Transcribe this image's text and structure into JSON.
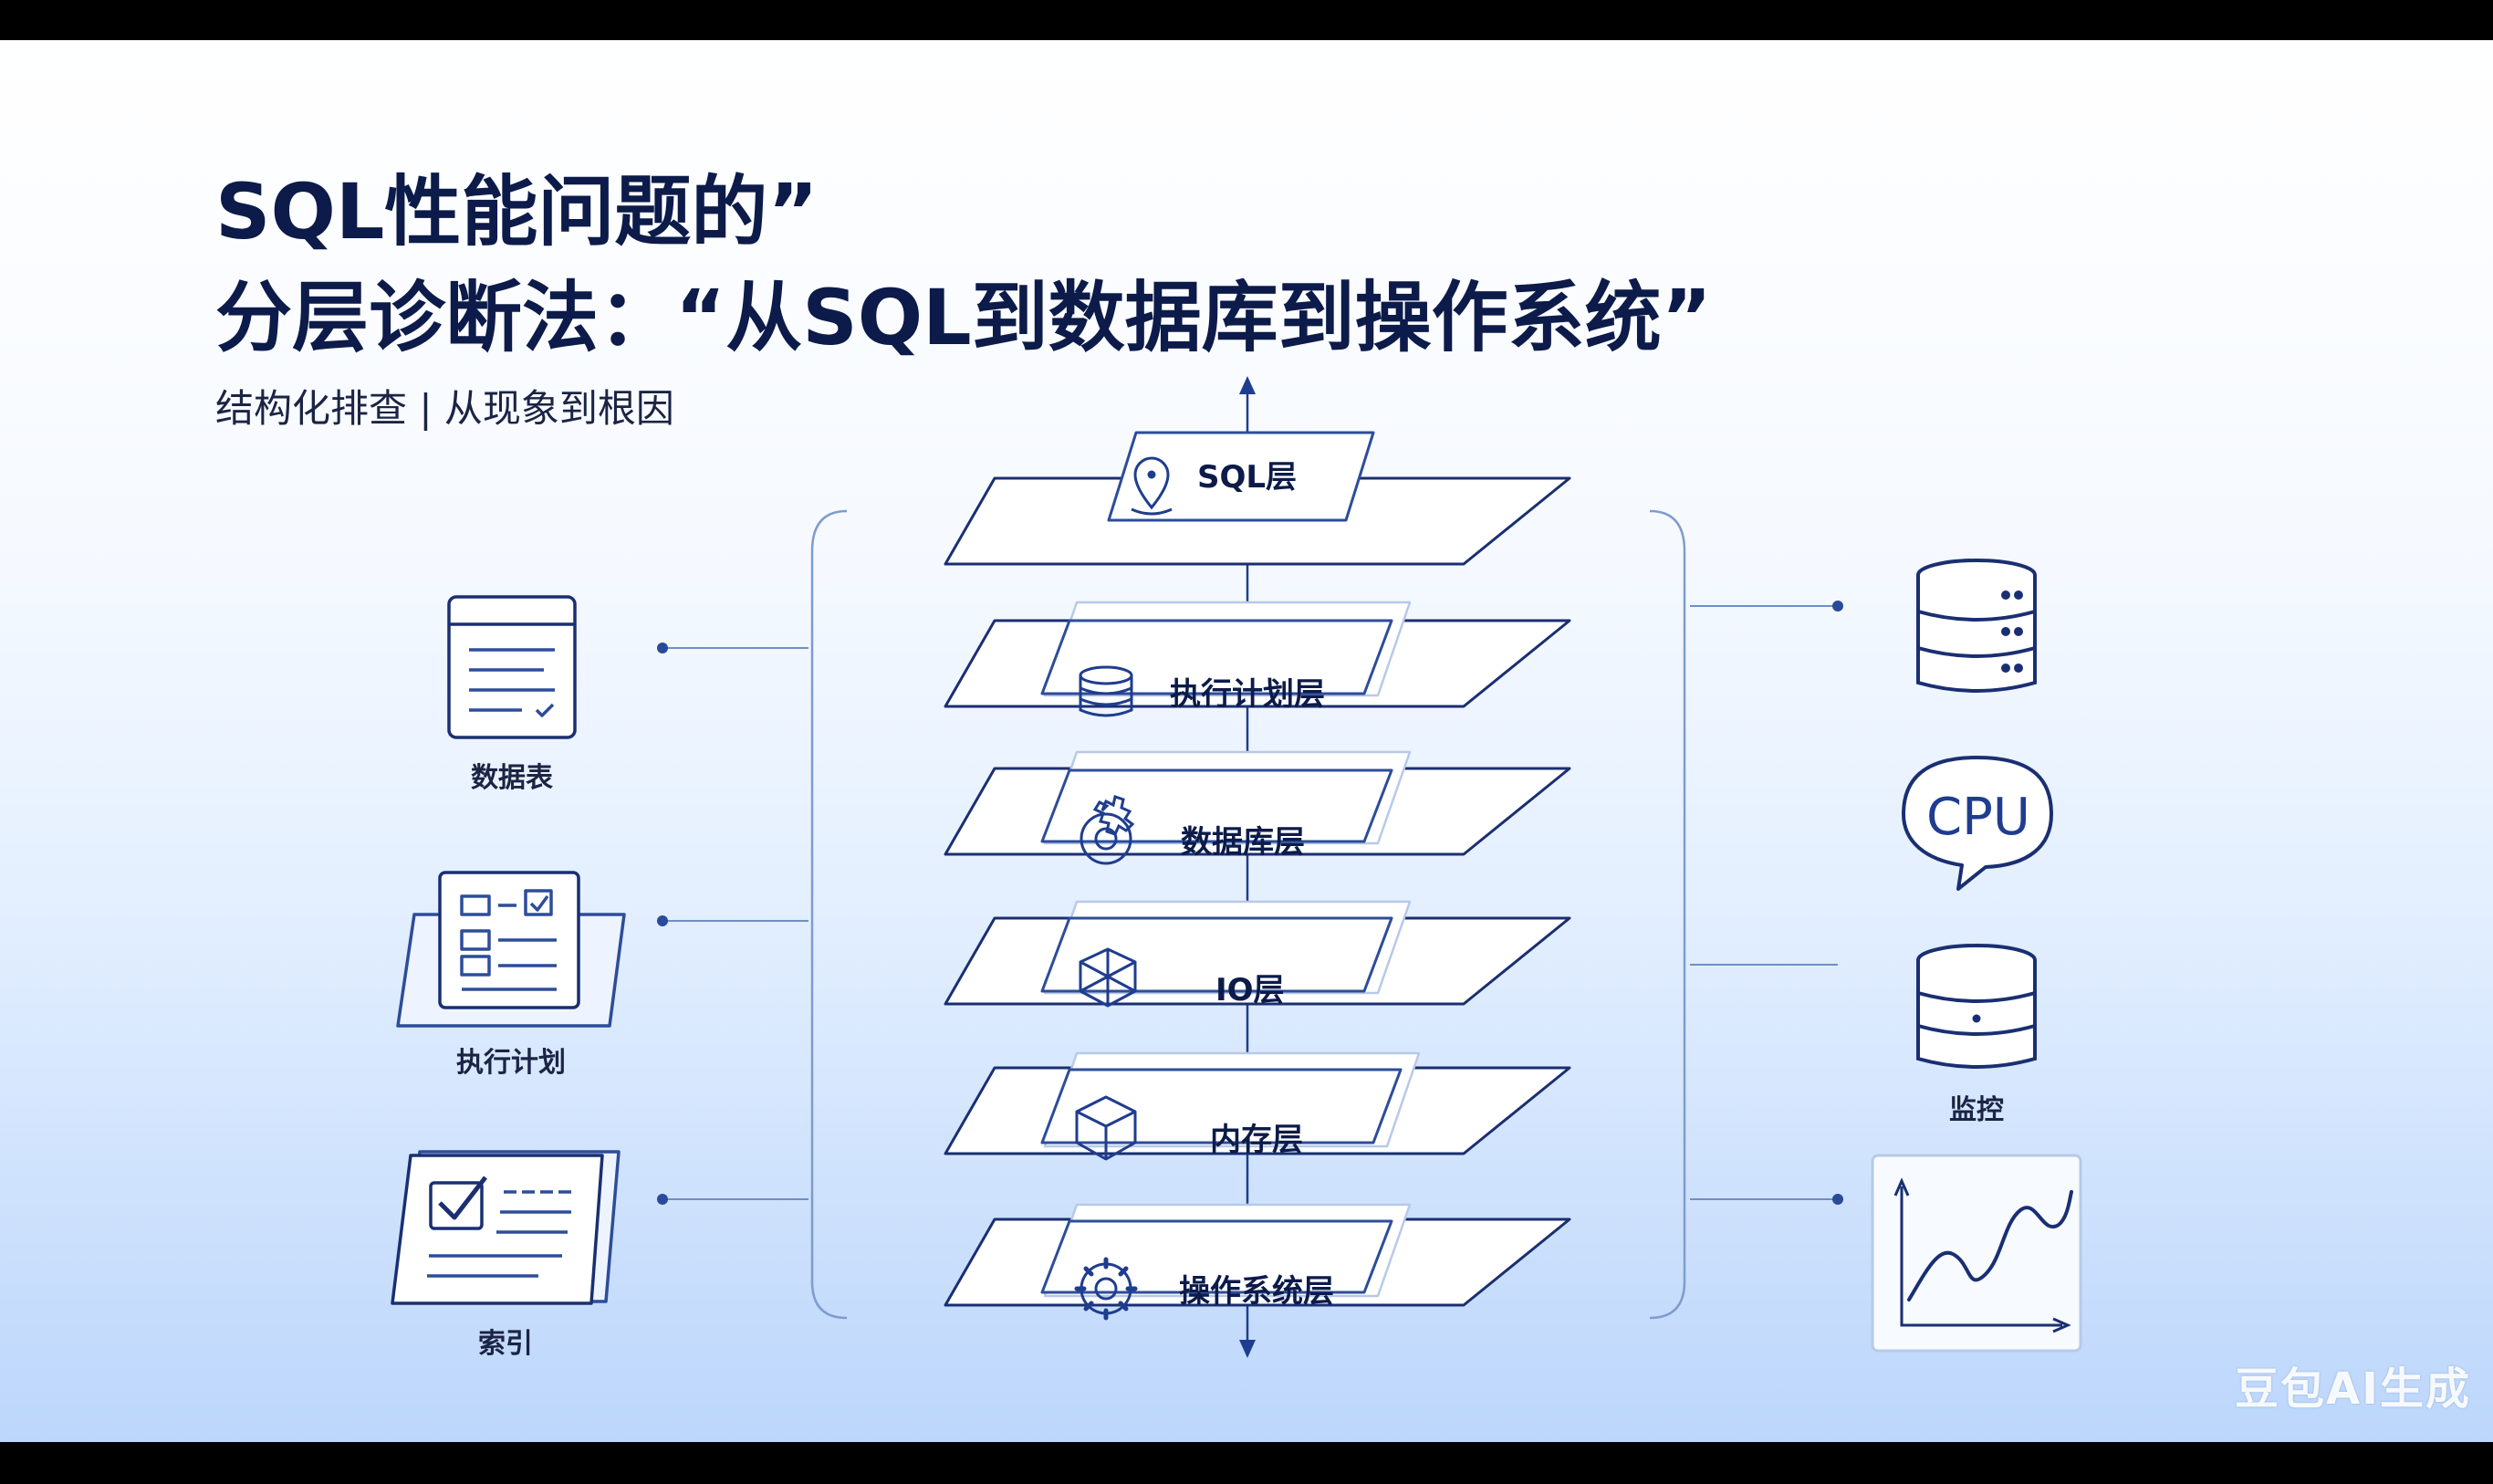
{
  "title": {
    "line1": "SQL性能问题的”",
    "line2": "分层诊断法：“从SQL到数据库到操作系统”"
  },
  "subtitle": "结构化排查 | 从现象到根因",
  "layers": [
    {
      "label": "SQL层",
      "icon": "location-pin-icon"
    },
    {
      "label": "执行计划层",
      "icon": "database-icon"
    },
    {
      "label": "数据库层",
      "icon": "gear-icon"
    },
    {
      "label": "IO层",
      "icon": "cube-split-icon"
    },
    {
      "label": "内存层",
      "icon": "box-icon"
    },
    {
      "label": "操作系统层",
      "icon": "gear-icon"
    }
  ],
  "left_items": [
    {
      "label": "数据表",
      "icon": "document-list-icon"
    },
    {
      "label": "执行计划",
      "icon": "checklist-form-icon"
    },
    {
      "label": "索引",
      "icon": "checkbox-card-icon"
    }
  ],
  "right_items": {
    "database": {
      "icon": "database-stack-icon"
    },
    "cpu": {
      "text": "CPU",
      "icon": "cpu-speech-bubble-icon"
    },
    "monitor": {
      "label": "监控",
      "icon": "database-stack-icon"
    },
    "chart": {
      "icon": "line-chart-icon"
    }
  },
  "watermark": "豆包AI生成",
  "colors": {
    "navy": "#0c1b49",
    "accent": "#1f3d8f",
    "line": "#5c7bb6"
  }
}
